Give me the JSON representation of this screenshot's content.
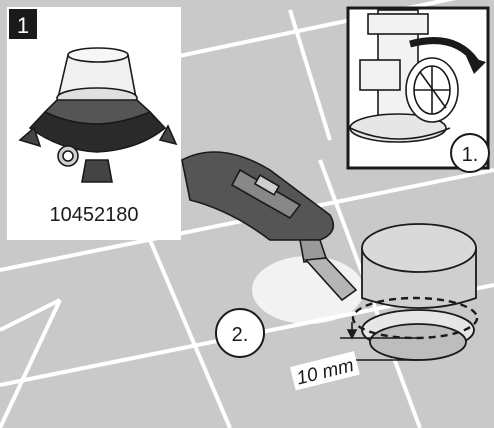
{
  "step": {
    "number": "1"
  },
  "part": {
    "code": "10452180"
  },
  "callouts": [
    {
      "label": "1."
    },
    {
      "label": "2."
    }
  ],
  "measurement": {
    "label": "10 mm"
  },
  "colors": {
    "floor": "#c9c9c9",
    "grout": "#ffffff",
    "step_badge": "#1a1a1a",
    "outline": "#1a1a1a",
    "cut_line": "#1a1a1a",
    "can_top": "#d6d6d6",
    "can_body": "#cfcfcf"
  },
  "icons": [
    "step-number-badge",
    "floor-drain-part-image",
    "rotate-arrow-icon",
    "oscillating-multitool-image",
    "cut-line-dashed",
    "dimension-arrows"
  ]
}
